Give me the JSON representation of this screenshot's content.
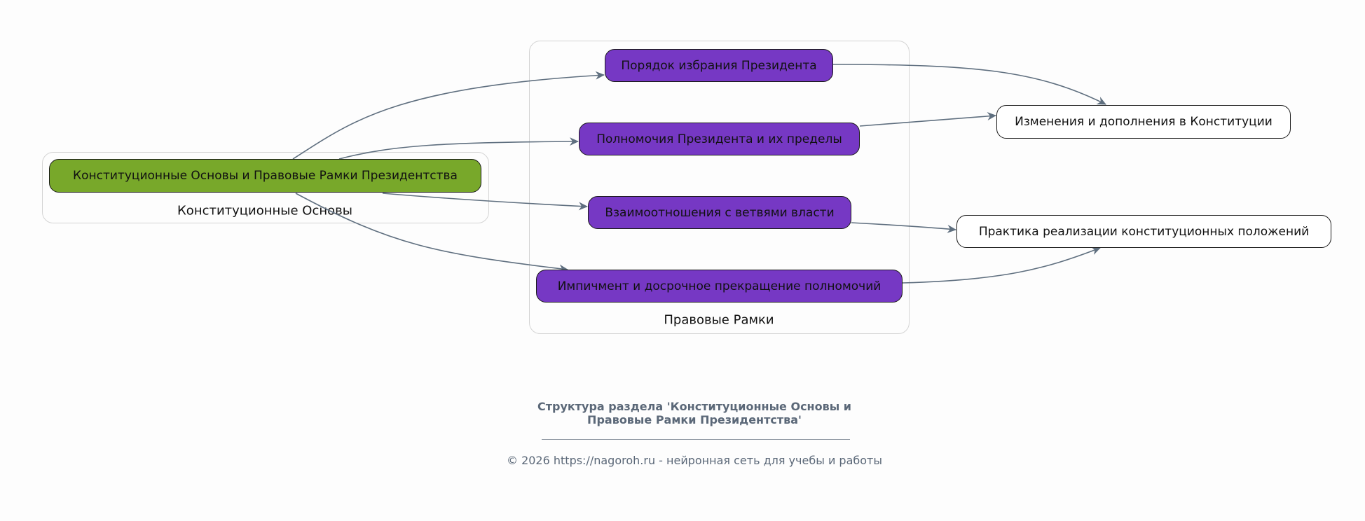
{
  "clusters": [
    {
      "id": "c1",
      "label": "Конституционные Основы"
    },
    {
      "id": "c2",
      "label": "Правовые Рамки"
    }
  ],
  "nodes": [
    {
      "id": "root",
      "label": "Конституционные Основы и Правовые Рамки Президентства",
      "cluster": "c1",
      "color": "#78a82a"
    },
    {
      "id": "n1",
      "label": "Порядок избрания Президента",
      "cluster": "c2",
      "color": "#7638c4"
    },
    {
      "id": "n2",
      "label": "Полномочия Президента и их пределы",
      "cluster": "c2",
      "color": "#7638c4"
    },
    {
      "id": "n3",
      "label": "Взаимоотношения с ветвями власти",
      "cluster": "c2",
      "color": "#7638c4"
    },
    {
      "id": "n4",
      "label": "Импичмент и досрочное прекращение полномочий",
      "cluster": "c2",
      "color": "#7638c4"
    },
    {
      "id": "o1",
      "label": "Изменения и дополнения в Конституции",
      "color": "#ffffff"
    },
    {
      "id": "o2",
      "label": "Практика реализации конституционных положений",
      "color": "#ffffff"
    }
  ],
  "edges": [
    {
      "from": "root",
      "to": "n1"
    },
    {
      "from": "root",
      "to": "n2"
    },
    {
      "from": "root",
      "to": "n3"
    },
    {
      "from": "root",
      "to": "n4"
    },
    {
      "from": "n1",
      "to": "o1"
    },
    {
      "from": "n2",
      "to": "o1"
    },
    {
      "from": "n3",
      "to": "o2"
    },
    {
      "from": "n4",
      "to": "o2"
    }
  ],
  "edge_color": "#5f6f7f",
  "footer": {
    "title_line1": "Структура раздела 'Конституционные Основы и",
    "title_line2": "Правовые Рамки Президентства'",
    "copyright": "© 2026 https://nagoroh.ru - нейронная сеть для учебы и работы"
  }
}
